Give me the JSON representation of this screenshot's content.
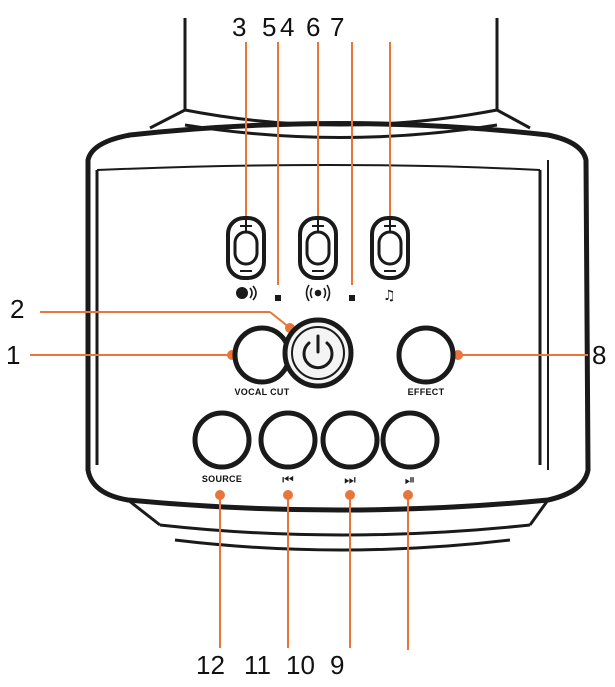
{
  "callouts": {
    "c1": "1",
    "c2": "2",
    "c3": "3",
    "c5": "5",
    "c4": "4",
    "c6": "6",
    "c7": "7",
    "c8": "8",
    "c9": "9",
    "c10": "10",
    "c11": "11",
    "c12": "12"
  },
  "labels": {
    "vocal_cut": "VOCAL CUT",
    "effect": "EFFECT",
    "source": "SOURCE"
  },
  "icons": {
    "prev": "⏮",
    "next": "⏭",
    "play_pause": "⏯",
    "music_note": "♫",
    "plus": "+",
    "minus": "−"
  },
  "colors": {
    "callout": "#e8763a",
    "device": "#1a1a1a"
  }
}
